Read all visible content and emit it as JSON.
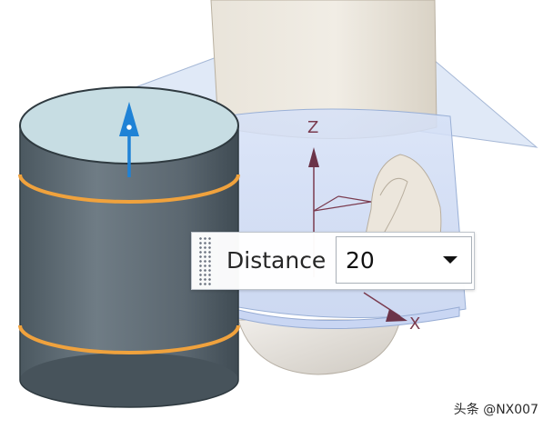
{
  "viewport": {
    "axis_labels": {
      "z": "Z",
      "x": "X"
    },
    "colors": {
      "cylinder_body": "#5d6a73",
      "cylinder_top": "#c7dde3",
      "edge_highlight": "#f0a23d",
      "handle_arrow": "#1f82d6",
      "plane": "#cfdcf3",
      "part_surface": "#e8e2d8"
    }
  },
  "distance_widget": {
    "label": "Distance",
    "value": "20",
    "dropdown_icon": "chevron-down-icon",
    "handle_icon": "drag-handle-icon"
  },
  "watermark": {
    "text": "头条 @NX007"
  }
}
